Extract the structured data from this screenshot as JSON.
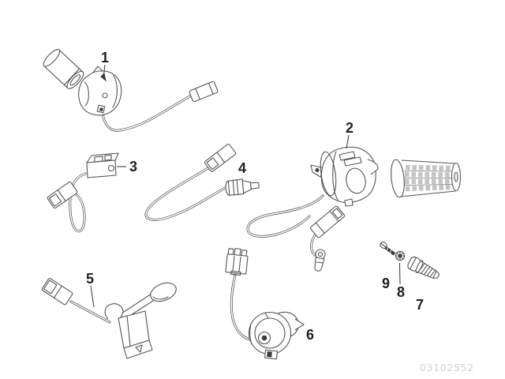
{
  "diagram": {
    "background": "#ffffff",
    "line_color": "#555555",
    "label_color": "#1f1f1f",
    "watermark": {
      "text": "03102552",
      "color": "#cfcfcf"
    }
  },
  "parts": [
    {
      "label": "1",
      "name": "left-handlebar-switch-with-grip-tube-and-cable"
    },
    {
      "label": "2",
      "name": "right-handlebar-switch-with-throttle-grip-and-cable"
    },
    {
      "label": "3",
      "name": "micro-switch-with-cable-loop-and-connector"
    },
    {
      "label": "4",
      "name": "wiring-lead-with-plug-and-socket"
    },
    {
      "label": "5",
      "name": "choke-lever-assembly-with-cable-and-connector"
    },
    {
      "label": "6",
      "name": "round-switch-with-cable-and-connector"
    },
    {
      "label": "7",
      "name": "bolt"
    },
    {
      "label": "8",
      "name": "knurled-nut"
    },
    {
      "label": "9",
      "name": "small-screw"
    }
  ]
}
